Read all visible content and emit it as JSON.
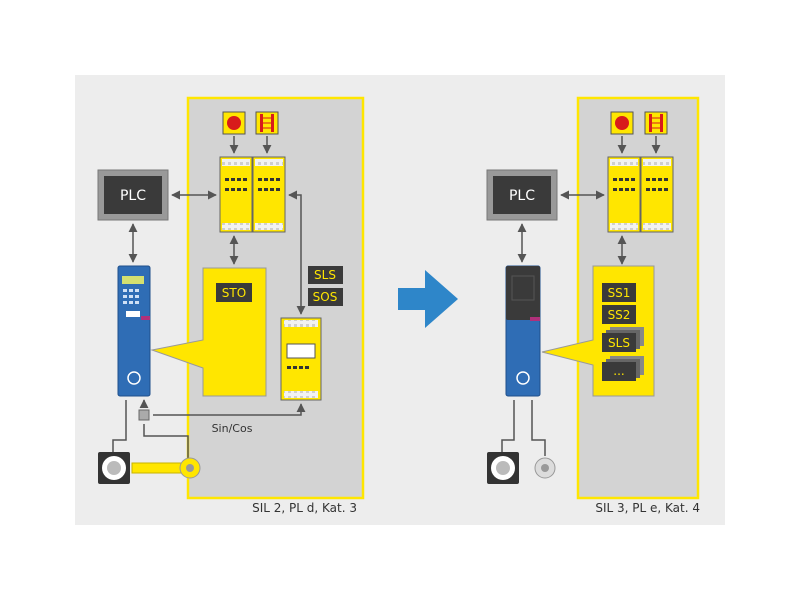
{
  "left": {
    "plc_label": "PLC",
    "sto_label": "STO",
    "sls_label": "SLS",
    "sos_label": "SOS",
    "encoder_label": "Sin/Cos",
    "caption": "SIL 2, PL d, Kat. 3"
  },
  "right": {
    "plc_label": "PLC",
    "ss1_label": "SS1",
    "ss2_label": "SS2",
    "sls_label": "SLS",
    "more_label": "...",
    "caption": "SIL 3, PL e, Kat. 4"
  },
  "colors": {
    "safety_yellow": "#ffe600",
    "drive_blue": "#2f6db5",
    "panel_gray": "#d3d3d3",
    "background": "#ededed",
    "arrow_blue": "#2e86c9",
    "dark_box": "#3a3a3a"
  }
}
